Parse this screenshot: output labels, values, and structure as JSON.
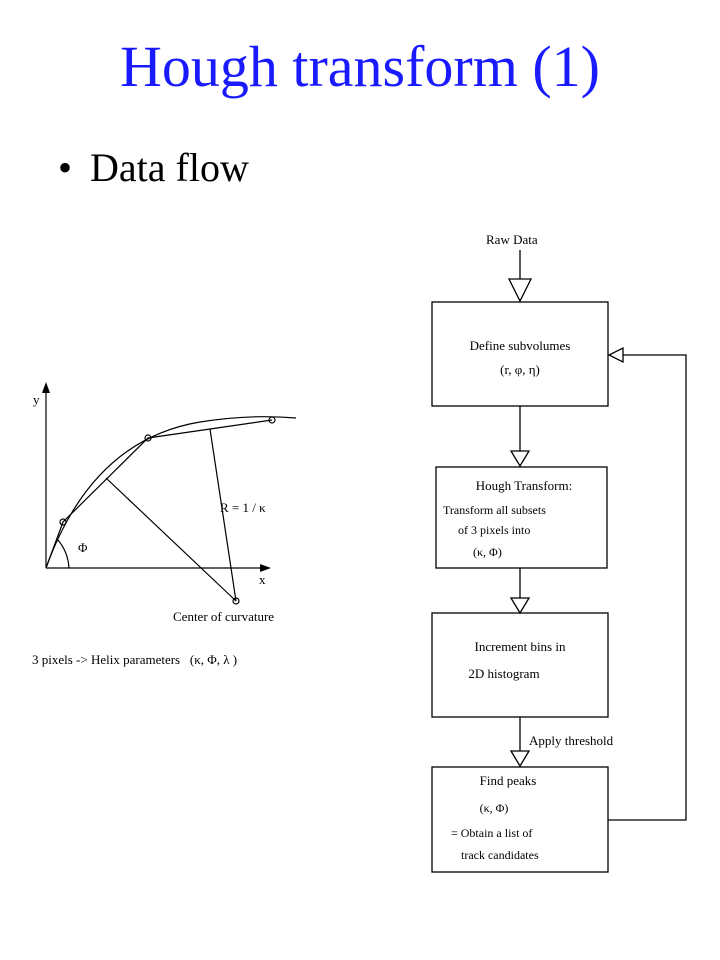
{
  "slide": {
    "title": "Hough transform (1)",
    "bullet": "Data flow"
  },
  "geometry": {
    "y_label": "y",
    "x_label": "x",
    "phi_label": "Φ",
    "radius_label": "R = 1 / κ",
    "center_label": "Center of curvature",
    "caption": "3 pixels -> Helix parameters   (κ, Φ, λ )"
  },
  "flow": {
    "input_label": "Raw Data",
    "box1": {
      "line1": "Define subvolumes",
      "line2": "(r, φ, η)"
    },
    "box2": {
      "line1": "Hough Transform:",
      "line2": "Transform all subsets",
      "line3": "of 3 pixels into",
      "line4": "(κ, Φ)"
    },
    "box3": {
      "line1": "Increment bins in",
      "line2": "2D histogram"
    },
    "threshold_label": "Apply threshold",
    "box4": {
      "line1": "Find peaks",
      "line2": "(κ, Φ)",
      "line3": "= Obtain a list of",
      "line4": "track candidates"
    }
  }
}
